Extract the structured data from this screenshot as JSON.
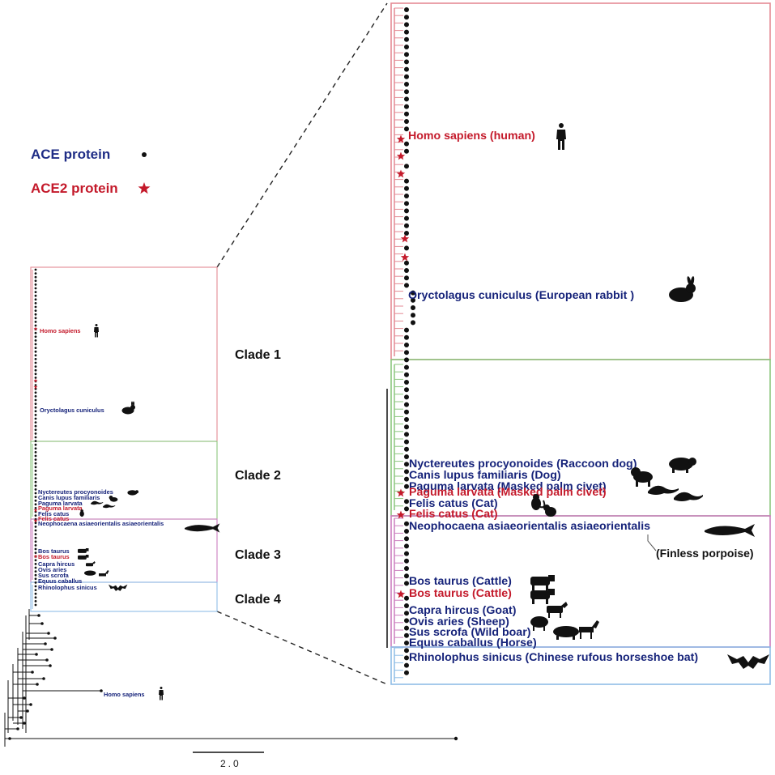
{
  "legend": {
    "ace_label": "ACE protein",
    "ace2_label": "ACE2 protein",
    "ace_color": "#1f2d86",
    "ace2_color": "#c41a2b"
  },
  "clades": [
    "Clade 1",
    "Clade 2",
    "Clade 3",
    "Clade 4"
  ],
  "clade_colors": [
    "#e48a94",
    "#8cc67f",
    "#cc7fbf",
    "#8fbde6"
  ],
  "small_tree": {
    "labels": [
      {
        "text": "Homo sapiens",
        "color": "red",
        "icon": "human-icon"
      },
      {
        "text": "Oryctolagus cuniculus",
        "color": "blue",
        "icon": "rabbit-icon"
      },
      {
        "text": "Nyctereutes procyonoides",
        "color": "blue",
        "icon": "raccoon-dog-icon"
      },
      {
        "text": "Canis lupus familiaris",
        "color": "blue",
        "icon": "dog-icon"
      },
      {
        "text": "Paguma larvata",
        "color": "blue",
        "icon": "civet-icon"
      },
      {
        "text": "Paguma larvata",
        "color": "red",
        "icon": "civet-icon"
      },
      {
        "text": "Felis catus",
        "color": "blue",
        "icon": "cat-icon"
      },
      {
        "text": "Felis catus",
        "color": "red",
        "icon": "cat-icon"
      },
      {
        "text": "Neophocaena asiaeorientalis asiaeorientalis",
        "color": "blue",
        "icon": "porpoise-icon"
      },
      {
        "text": "Bos taurus",
        "color": "blue",
        "icon": "cattle-icon"
      },
      {
        "text": "Bos taurus",
        "color": "red",
        "icon": "cattle-icon"
      },
      {
        "text": "Capra hircus",
        "color": "blue",
        "icon": "goat-icon"
      },
      {
        "text": "Ovis aries",
        "color": "blue",
        "icon": "sheep-icon"
      },
      {
        "text": "Sus scrofa",
        "color": "blue",
        "icon": "boar-icon"
      },
      {
        "text": "Equus caballus",
        "color": "blue",
        "icon": "horse-icon"
      },
      {
        "text": "Rhinolophus sinicus",
        "color": "blue",
        "icon": "bat-icon"
      },
      {
        "text": "Homo sapiens",
        "color": "blue",
        "icon": "human-icon"
      }
    ],
    "scale_label": "2.0"
  },
  "zoom_tree": {
    "labels": [
      {
        "text": "Homo sapiens (human)",
        "color": "red",
        "icon": "human-icon"
      },
      {
        "text": "Oryctolagus cuniculus (European rabbit )",
        "color": "blue",
        "icon": "rabbit-icon"
      },
      {
        "text": "Nyctereutes procyonoides (Raccoon dog)",
        "color": "blue",
        "icon": "raccoon-dog-icon"
      },
      {
        "text": "Canis lupus familiaris (Dog)",
        "color": "blue",
        "icon": "dog-icon"
      },
      {
        "text": "Paguma larvata (Masked palm civet)",
        "color": "blue",
        "icon": "civet-icon"
      },
      {
        "text": "Paguma larvata (Masked palm civet)",
        "color": "red",
        "icon": "civet-icon"
      },
      {
        "text": "Felis catus (Cat)",
        "color": "blue",
        "icon": "cat-icon"
      },
      {
        "text": "Felis catus (Cat)",
        "color": "red",
        "icon": "cat-icon"
      },
      {
        "text": "Neophocaena asiaeorientalis asiaeorientalis",
        "color": "blue",
        "icon": "porpoise-icon"
      },
      {
        "text": "(Finless porpoise)",
        "color": "black",
        "icon": ""
      },
      {
        "text": "Bos taurus (Cattle)",
        "color": "blue",
        "icon": "cattle-icon"
      },
      {
        "text": "Bos taurus (Cattle)",
        "color": "red",
        "icon": "cattle-icon"
      },
      {
        "text": "Capra hircus (Goat)",
        "color": "blue",
        "icon": "goat-icon"
      },
      {
        "text": "Ovis aries (Sheep)",
        "color": "blue",
        "icon": "sheep-icon"
      },
      {
        "text": "Sus scrofa (Wild boar)",
        "color": "blue",
        "icon": "boar-icon"
      },
      {
        "text": "Equus caballus (Horse)",
        "color": "blue",
        "icon": "horse-icon"
      },
      {
        "text": "Rhinolophus sinicus (Chinese rufous horseshoe bat)",
        "color": "blue",
        "icon": "bat-icon"
      }
    ]
  }
}
